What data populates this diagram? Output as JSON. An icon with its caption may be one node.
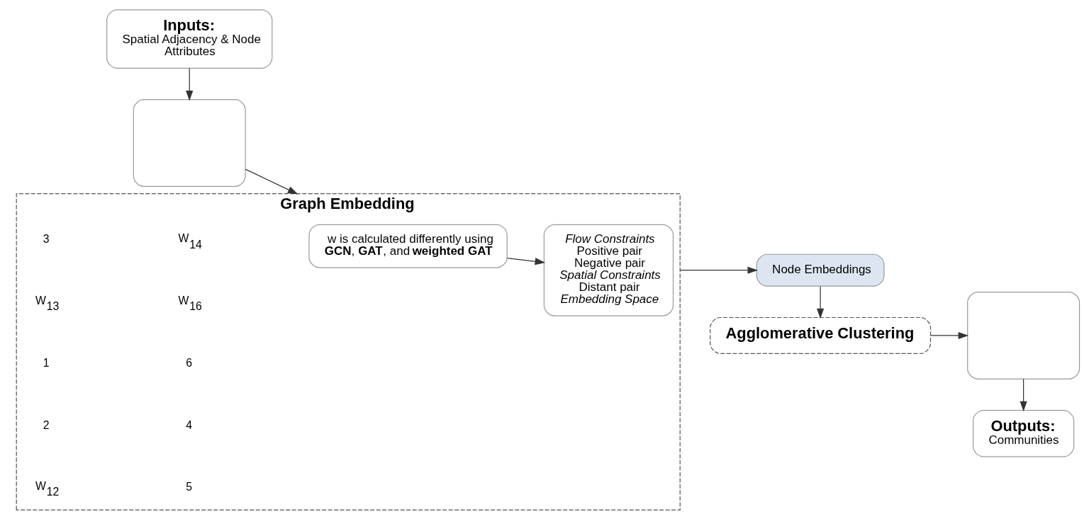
{
  "diagram": {
    "nodes": [
      {
        "text": [
          "Inputs:",
          "Spatial Adjacency & Node Attributes"
        ]
      },
      {
        "text": [],
        "shape": "box"
      },
      {
        "text": [
          "Graph Embedding"
        ]
      },
      {
        "text": [
          "w is calculated differently using **GCN**, **GAT**, and **weighted GAT**"
        ],
        "in": 2
      },
      {
        "text": [
          "Flow Constraints",
          "Positive pair",
          "Negative pair",
          "Spatial Constraints",
          "Distant pair",
          "Embedding Space"
        ],
        "in": 2
      },
      {
        "text": [
          "Node Embeddings"
        ]
      },
      {
        "text": [
          "Agglomerative Clustering"
        ]
      },
      {
        "text": [],
        "shape": "box"
      },
      {
        "text": [
          "Outputs:",
          "Communities"
        ]
      }
    ],
    "edges": [
      {
        "from": 0,
        "to": 1,
        "arrow": "to"
      },
      {
        "from": 1,
        "to": 2,
        "arrow": "to"
      },
      {
        "from": 3,
        "to": 4,
        "arrow": "to"
      },
      {
        "from": 2,
        "to": 5,
        "arrow": "to"
      },
      {
        "from": 5,
        "to": 6,
        "arrow": "to"
      },
      {
        "from": 6,
        "to": 7,
        "arrow": "to"
      },
      {
        "from": 7,
        "to": 8,
        "arrow": "to"
      }
    ],
    "labels": [
      "3",
      "W$_{13}$",
      "1",
      "2",
      "W$_{12}$",
      "W$_{14}$",
      "W$_{16}$",
      "6",
      "4",
      "5"
    ]
  }
}
